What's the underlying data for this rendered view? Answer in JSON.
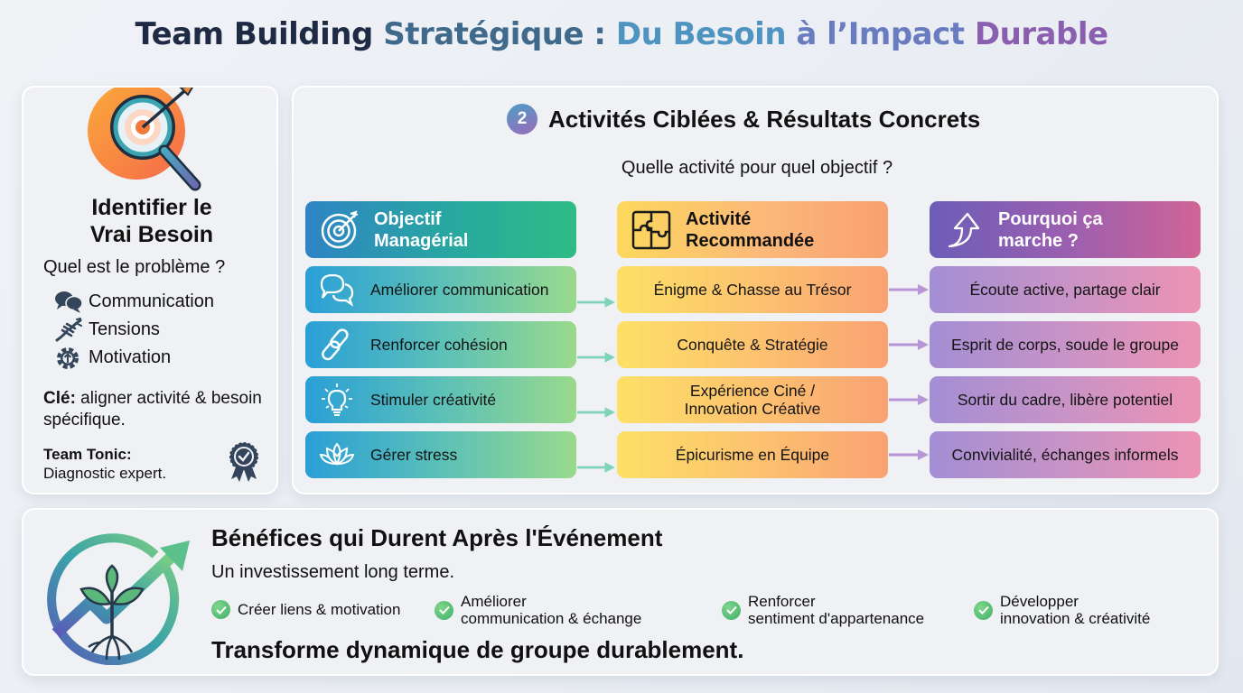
{
  "title": {
    "parts": [
      "Team Building",
      "Stratégique :",
      "Du Besoin",
      "à l’Impact",
      "Durable"
    ]
  },
  "left": {
    "icon": "target-magnifier-icon",
    "title_line1": "Identifier le",
    "title_line2": "Vrai Besoin",
    "question": "Quel est le problème ?",
    "problems": [
      {
        "icon": "speech-bubbles-icon",
        "label": "Communication"
      },
      {
        "icon": "broken-chain-icon",
        "label": "Tensions"
      },
      {
        "icon": "gear-arrow-up-icon",
        "label": "Motivation"
      }
    ],
    "key_label": "Clé:",
    "key_text": " aligner activité & besoin spécifique.",
    "tonic_label": "Team Tonic:",
    "tonic_text": "Diagnostic expert.",
    "badge_icon": "award-badge-icon"
  },
  "middle": {
    "step_number": "2",
    "title": "Activités Ciblées & Résultats Concrets",
    "subtitle": "Quelle activité pour quel objectif ?",
    "headers": [
      {
        "icon": "target-icon",
        "line1": "Objectif",
        "line2": "Managérial"
      },
      {
        "icon": "puzzle-icon",
        "line1": "Activité",
        "line2": "Recommandée"
      },
      {
        "icon": "curved-arrow-up-icon",
        "line1": "Pourquoi ça",
        "line2": "marche ?"
      }
    ],
    "rows": [
      {
        "icon": "chat-icon",
        "objective": "Améliorer communication",
        "activity": "Énigme & Chasse au Trésor",
        "why": "Écoute active, partage clair"
      },
      {
        "icon": "link-icon",
        "objective": "Renforcer cohésion",
        "activity": "Conquête & Stratégie",
        "why": "Esprit de corps, soude le groupe"
      },
      {
        "icon": "lightbulb-icon",
        "objective": "Stimuler créativité",
        "activity": "Expérience Ciné / Innovation Créative",
        "why": "Sortir du cadre, libère potentiel"
      },
      {
        "icon": "lotus-icon",
        "objective": "Gérer stress",
        "activity": "Épicurisme en Équipe",
        "why": "Convivialité, échanges informels"
      }
    ],
    "colors": {
      "objective_accent": "#2a9fd6",
      "activity_accent": "#fcc070",
      "why_accent": "#9a5fb0",
      "arrow_ab": "#7fd3b8",
      "arrow_bc": "#b895d6"
    }
  },
  "bottom": {
    "icon": "plant-growth-arrow-icon",
    "title": "Bénéfices qui Durent Après l'Événement",
    "subtitle": "Un investissement long terme.",
    "benefits": [
      {
        "line1": "Créer liens & motivation",
        "line2": ""
      },
      {
        "line1": "Améliorer",
        "line2": "communication & échange"
      },
      {
        "line1": "Renforcer",
        "line2": "sentiment d'appartenance"
      },
      {
        "line1": "Développer",
        "line2": "innovation & créativité"
      }
    ],
    "conclusion": "Transforme dynamique de groupe durablement."
  }
}
